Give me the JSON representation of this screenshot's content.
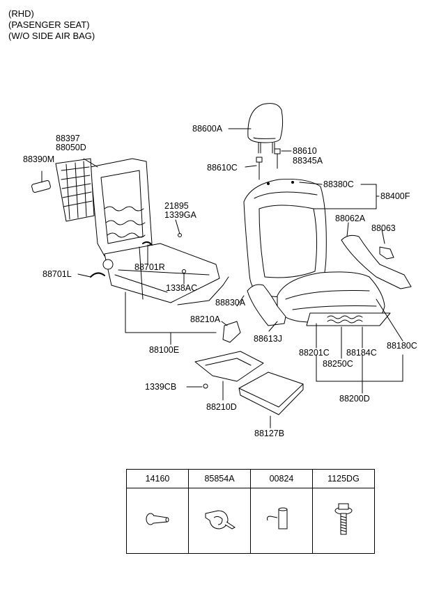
{
  "header": {
    "line1": "(RHD)",
    "line2": "(PASENGER SEAT)",
    "line3": "(W/O SIDE AIR BAG)"
  },
  "labels": {
    "l88600A": "88600A",
    "l88610": "88610",
    "l88345A": "88345A",
    "l88610C": "88610C",
    "l88380C": "88380C",
    "l88400F": "88400F",
    "l88397": "88397",
    "l88050D": "88050D",
    "l88390M": "88390M",
    "l21895": "21895",
    "l1339GA": "1339GA",
    "l88062A": "88062A",
    "l88063": "88063",
    "l88701R": "88701R",
    "l88701L": "88701L",
    "l1338AC": "1338AC",
    "l88830A": "88830A",
    "l88210A": "88210A",
    "l88613J": "88613J",
    "l88100E": "88100E",
    "l88201C": "88201C",
    "l88184C": "88184C",
    "l88180C": "88180C",
    "l88250C": "88250C",
    "l1339CB": "1339CB",
    "l88210D": "88210D",
    "l88200D": "88200D",
    "l88127B": "88127B"
  },
  "parts_table": {
    "codes": [
      "14160",
      "85854A",
      "00824",
      "1125DG"
    ],
    "icons": [
      "bolt-icon",
      "clip-icon",
      "pin-icon",
      "flange-bolt-icon"
    ]
  }
}
